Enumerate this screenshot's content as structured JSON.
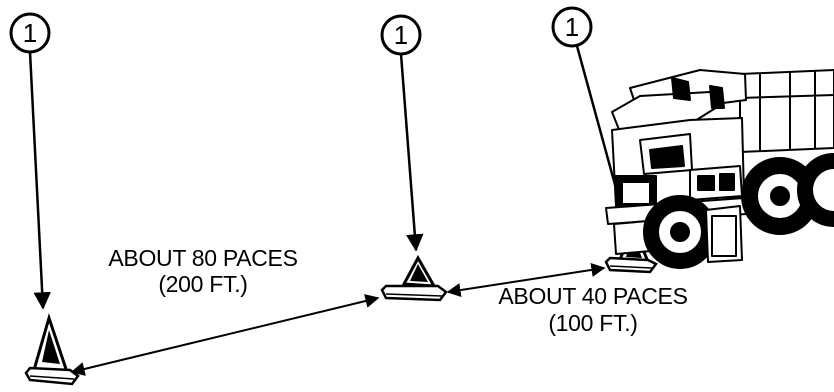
{
  "callouts": [
    {
      "number": "1"
    },
    {
      "number": "1"
    },
    {
      "number": "1"
    }
  ],
  "distances": {
    "far": {
      "line1": "ABOUT 80 PACES",
      "line2": "(200 FT.)"
    },
    "near": {
      "line1": "ABOUT 40 PACES",
      "line2": "(100 FT.)"
    }
  },
  "colors": {
    "ink": "#000000",
    "background": "#ffffff"
  },
  "icons": [
    "warning-triangle-icon",
    "truck-illustration"
  ]
}
